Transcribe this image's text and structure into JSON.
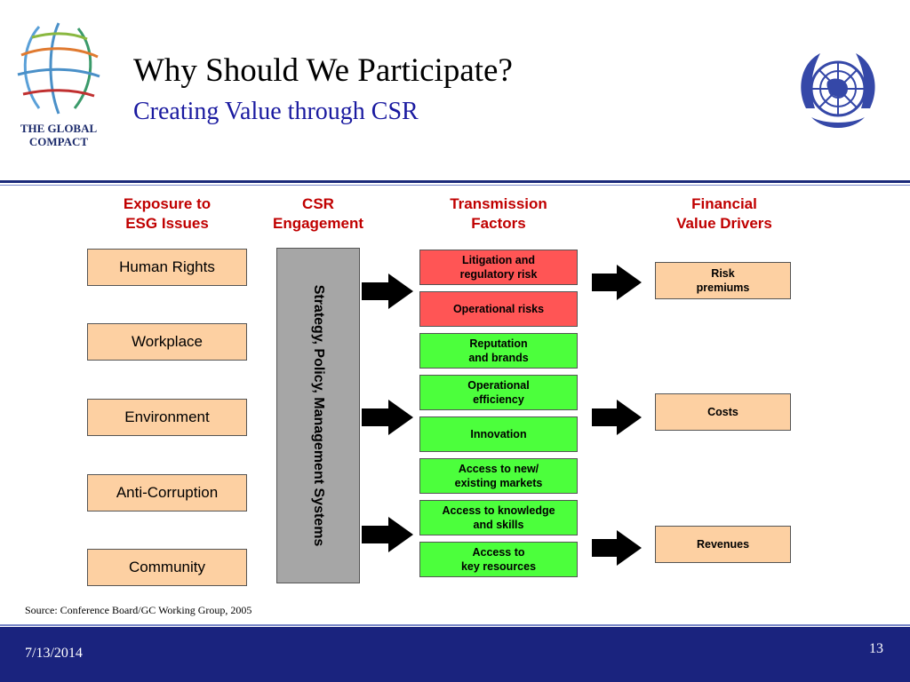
{
  "header": {
    "title": "Why Should We Participate?",
    "subtitle": "Creating Value through CSR",
    "logo_text": "THE GLOBAL\nCOMPACT"
  },
  "columns": {
    "exposure": "Exposure to\nESG Issues",
    "csr": "CSR\nEngagement",
    "transmission": "Transmission\nFactors",
    "financial": "Financial\nValue Drivers"
  },
  "issues": [
    "Human Rights",
    "Workplace",
    "Environment",
    "Anti-Corruption",
    "Community"
  ],
  "csr_bar_label": "Strategy, Policy, Management Systems",
  "transmission_factors": [
    {
      "label": "Litigation and\nregulatory risk",
      "color": "#ff5555"
    },
    {
      "label": "Operational risks",
      "color": "#ff5555"
    },
    {
      "label": "Reputation\nand brands",
      "color": "#4cff3c"
    },
    {
      "label": "Operational\nefficiency",
      "color": "#4cff3c"
    },
    {
      "label": "Innovation",
      "color": "#4cff3c"
    },
    {
      "label": "Access to new/\nexisting markets",
      "color": "#4cff3c"
    },
    {
      "label": "Access to knowledge\nand skills",
      "color": "#4cff3c"
    },
    {
      "label": "Access to\nkey resources",
      "color": "#4cff3c"
    }
  ],
  "drivers": [
    "Risk\npremiums",
    "Costs",
    "Revenues"
  ],
  "source": "Source: Conference Board/GC Working Group, 2005",
  "footer": {
    "date": "7/13/2014",
    "page": "13"
  },
  "colors": {
    "issue_fill": "#fdd0a2",
    "risk_fill": "#ff5555",
    "opportunity_fill": "#4cff3c",
    "header_text": "#c00000",
    "footer_bg": "#1a237e"
  }
}
